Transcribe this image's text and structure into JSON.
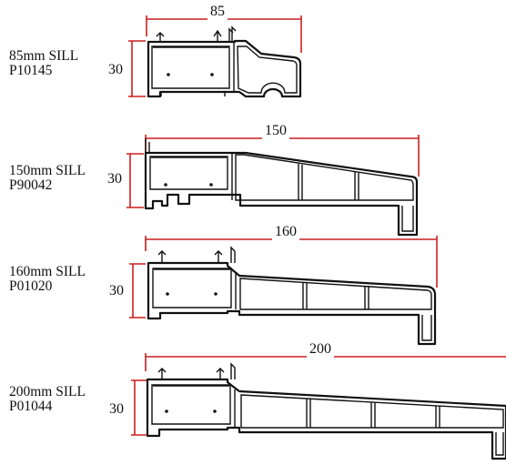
{
  "colors": {
    "dimension_line": "#cc1f1f",
    "profile": "#111111"
  },
  "sills": [
    {
      "name": "85mm SILL",
      "code": "P10145",
      "width_dim": "85",
      "height_dim": "30"
    },
    {
      "name": "150mm SILL",
      "code": "P90042",
      "width_dim": "150",
      "height_dim": "30"
    },
    {
      "name": "160mm SILL",
      "code": "P01020",
      "width_dim": "160",
      "height_dim": "30"
    },
    {
      "name": "200mm SILL",
      "code": "P01044",
      "width_dim": "200",
      "height_dim": "30"
    }
  ]
}
